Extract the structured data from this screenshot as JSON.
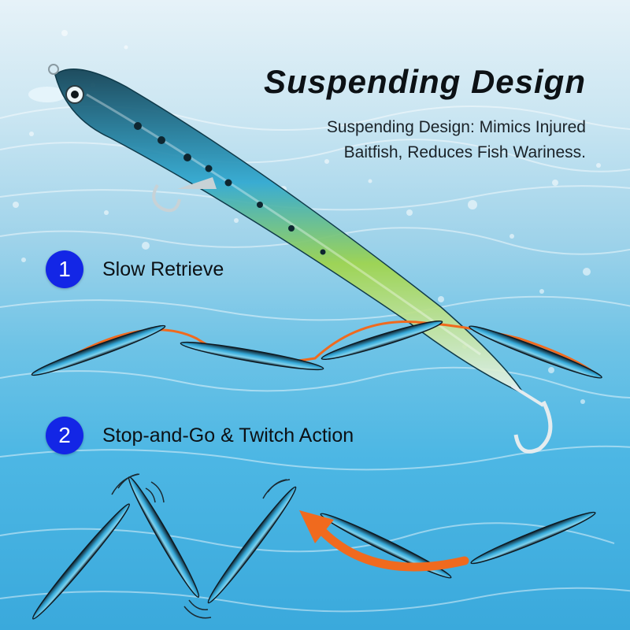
{
  "header": {
    "title": "Suspending Design",
    "subtitle_line1": "Suspending Design: Mimics Injured",
    "subtitle_line2": "Baitfish, Reduces Fish Wariness."
  },
  "steps": [
    {
      "number": "1",
      "label": "Slow Retrieve"
    },
    {
      "number": "2",
      "label": "Stop-and-Go & Twitch Action"
    }
  ],
  "colors": {
    "badge": "#1326e6",
    "path_arrow": "#f06a1e",
    "lure_blue": "#35a8d8",
    "lure_dark": "#0e1a22"
  },
  "icons": [
    "fishing-lure-icon",
    "swim-path-icon",
    "curved-arrow-icon",
    "vibration-marks-icon"
  ]
}
